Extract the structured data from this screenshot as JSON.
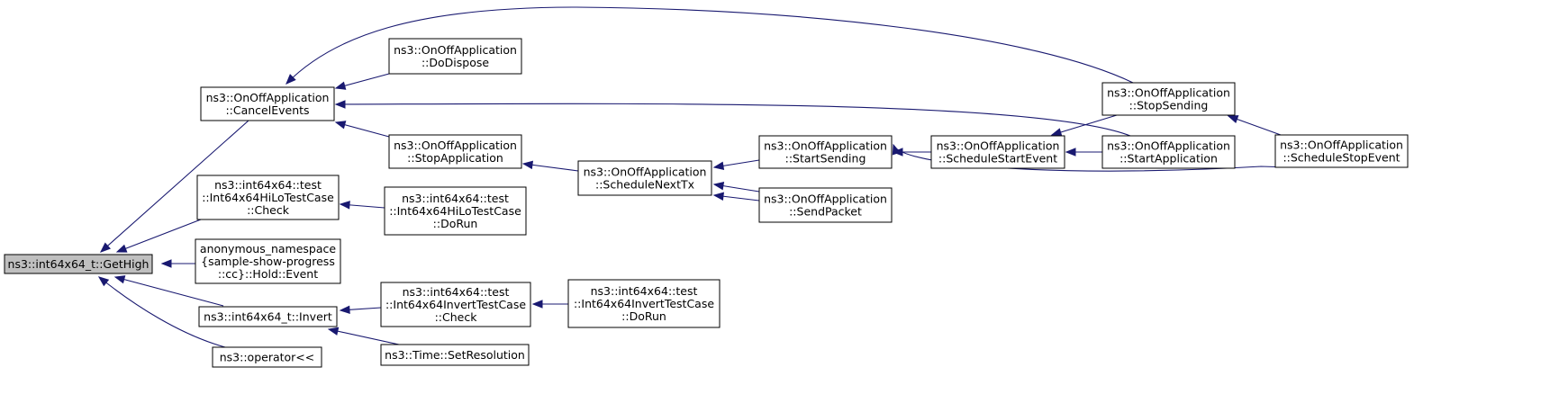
{
  "graph": {
    "nodes": [
      {
        "id": "gethigh",
        "lines": [
          "ns3::int64x64_t::GetHigh"
        ],
        "focus": true
      },
      {
        "id": "cancelevents",
        "lines": [
          "ns3::OnOffApplication",
          "::CancelEvents"
        ]
      },
      {
        "id": "hilocheck",
        "lines": [
          "ns3::int64x64::test",
          "::Int64x64HiLoTestCase",
          "::Check"
        ]
      },
      {
        "id": "holdevent",
        "lines": [
          "anonymous_namespace",
          "{sample-show-progress",
          "::cc}::Hold::Event"
        ]
      },
      {
        "id": "invert",
        "lines": [
          "ns3::int64x64_t::Invert"
        ]
      },
      {
        "id": "operator",
        "lines": [
          "ns3::operator<<"
        ]
      },
      {
        "id": "dodispose",
        "lines": [
          "ns3::OnOffApplication",
          "::DoDispose"
        ]
      },
      {
        "id": "stopapplication",
        "lines": [
          "ns3::OnOffApplication",
          "::StopApplication"
        ]
      },
      {
        "id": "hilodorun",
        "lines": [
          "ns3::int64x64::test",
          "::Int64x64HiLoTestCase",
          "::DoRun"
        ]
      },
      {
        "id": "invertcheck",
        "lines": [
          "ns3::int64x64::test",
          "::Int64x64InvertTestCase",
          "::Check"
        ]
      },
      {
        "id": "setresolution",
        "lines": [
          "ns3::Time::SetResolution"
        ]
      },
      {
        "id": "schedulenexttx",
        "lines": [
          "ns3::OnOffApplication",
          "::ScheduleNextTx"
        ]
      },
      {
        "id": "invertdorun",
        "lines": [
          "ns3::int64x64::test",
          "::Int64x64InvertTestCase",
          "::DoRun"
        ]
      },
      {
        "id": "startsending",
        "lines": [
          "ns3::OnOffApplication",
          "::StartSending"
        ]
      },
      {
        "id": "sendpacket",
        "lines": [
          "ns3::OnOffApplication",
          "::SendPacket"
        ]
      },
      {
        "id": "schedulestartevent",
        "lines": [
          "ns3::OnOffApplication",
          "::ScheduleStartEvent"
        ]
      },
      {
        "id": "stopsending",
        "lines": [
          "ns3::OnOffApplication",
          "::StopSending"
        ]
      },
      {
        "id": "startapplication",
        "lines": [
          "ns3::OnOffApplication",
          "::StartApplication"
        ]
      },
      {
        "id": "schedulestopevent",
        "lines": [
          "ns3::OnOffApplication",
          "::ScheduleStopEvent"
        ]
      }
    ],
    "edges": [
      {
        "from": "cancelevents",
        "to": "gethigh"
      },
      {
        "from": "hilocheck",
        "to": "gethigh"
      },
      {
        "from": "holdevent",
        "to": "gethigh"
      },
      {
        "from": "invert",
        "to": "gethigh"
      },
      {
        "from": "operator",
        "to": "gethigh"
      },
      {
        "from": "dodispose",
        "to": "cancelevents"
      },
      {
        "from": "stopapplication",
        "to": "cancelevents"
      },
      {
        "from": "stopsending",
        "to": "cancelevents"
      },
      {
        "from": "startapplication",
        "to": "cancelevents"
      },
      {
        "from": "hilodorun",
        "to": "hilocheck"
      },
      {
        "from": "invertcheck",
        "to": "invert"
      },
      {
        "from": "setresolution",
        "to": "invert"
      },
      {
        "from": "invertdorun",
        "to": "invertcheck"
      },
      {
        "from": "schedulenexttx",
        "to": "stopapplication"
      },
      {
        "from": "startsending",
        "to": "schedulenexttx"
      },
      {
        "from": "sendpacket",
        "to": "schedulenexttx"
      },
      {
        "from": "schedulenexttx",
        "to": "sendpacket"
      },
      {
        "from": "schedulestartevent",
        "to": "startsending"
      },
      {
        "from": "schedulestopevent",
        "to": "startsending"
      },
      {
        "from": "stopsending",
        "to": "schedulestartevent"
      },
      {
        "from": "startapplication",
        "to": "schedulestartevent"
      },
      {
        "from": "schedulestopevent",
        "to": "stopsending"
      }
    ],
    "colors": {
      "edge": "#191970",
      "focus_fill": "#bfbfbf",
      "node_fill": "#ffffff",
      "border": "#000000"
    }
  }
}
